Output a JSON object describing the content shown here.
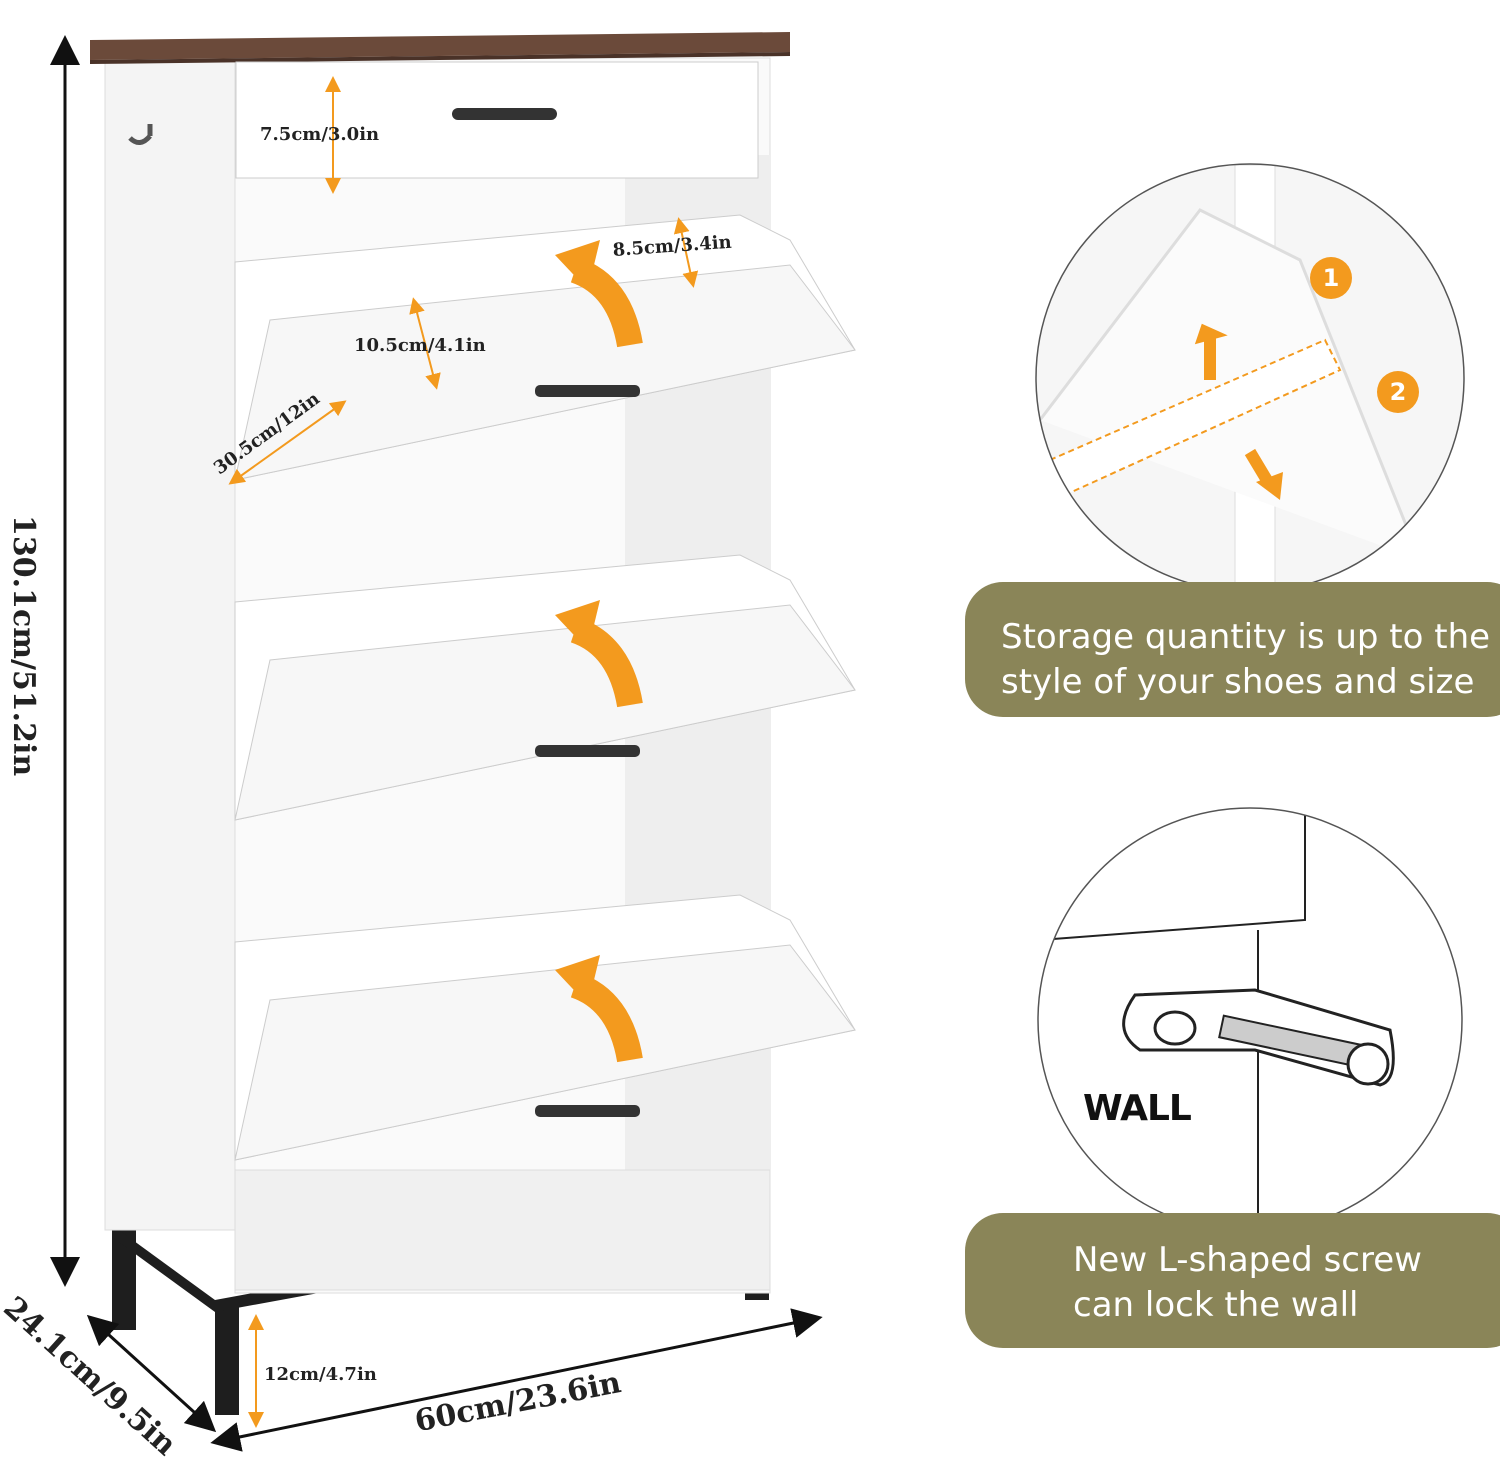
{
  "dimensions": {
    "height": "130.1cm/51.2in",
    "depth": "24.1cm/9.5in",
    "width": "60cm/23.6in",
    "drawer_height": "7.5cm/3.0in",
    "flap_top_gap": "8.5cm/3.4in",
    "flap_inner_height": "10.5cm/4.1in",
    "flap_depth": "30.5cm/12in",
    "leg_height": "12cm/4.7in"
  },
  "detail_1": {
    "step_1": "1",
    "step_2": "2",
    "caption_line1": "Storage quantity is up to the",
    "caption_line2": "style of your shoes and size"
  },
  "detail_2": {
    "wall_label": "WALL",
    "caption_line1": "New L-shaped screw",
    "caption_line2": "can lock the wall"
  },
  "colors": {
    "badge": "#8a8558",
    "accent_orange": "#f39a1e",
    "top_wood": "#6b4a3a"
  }
}
